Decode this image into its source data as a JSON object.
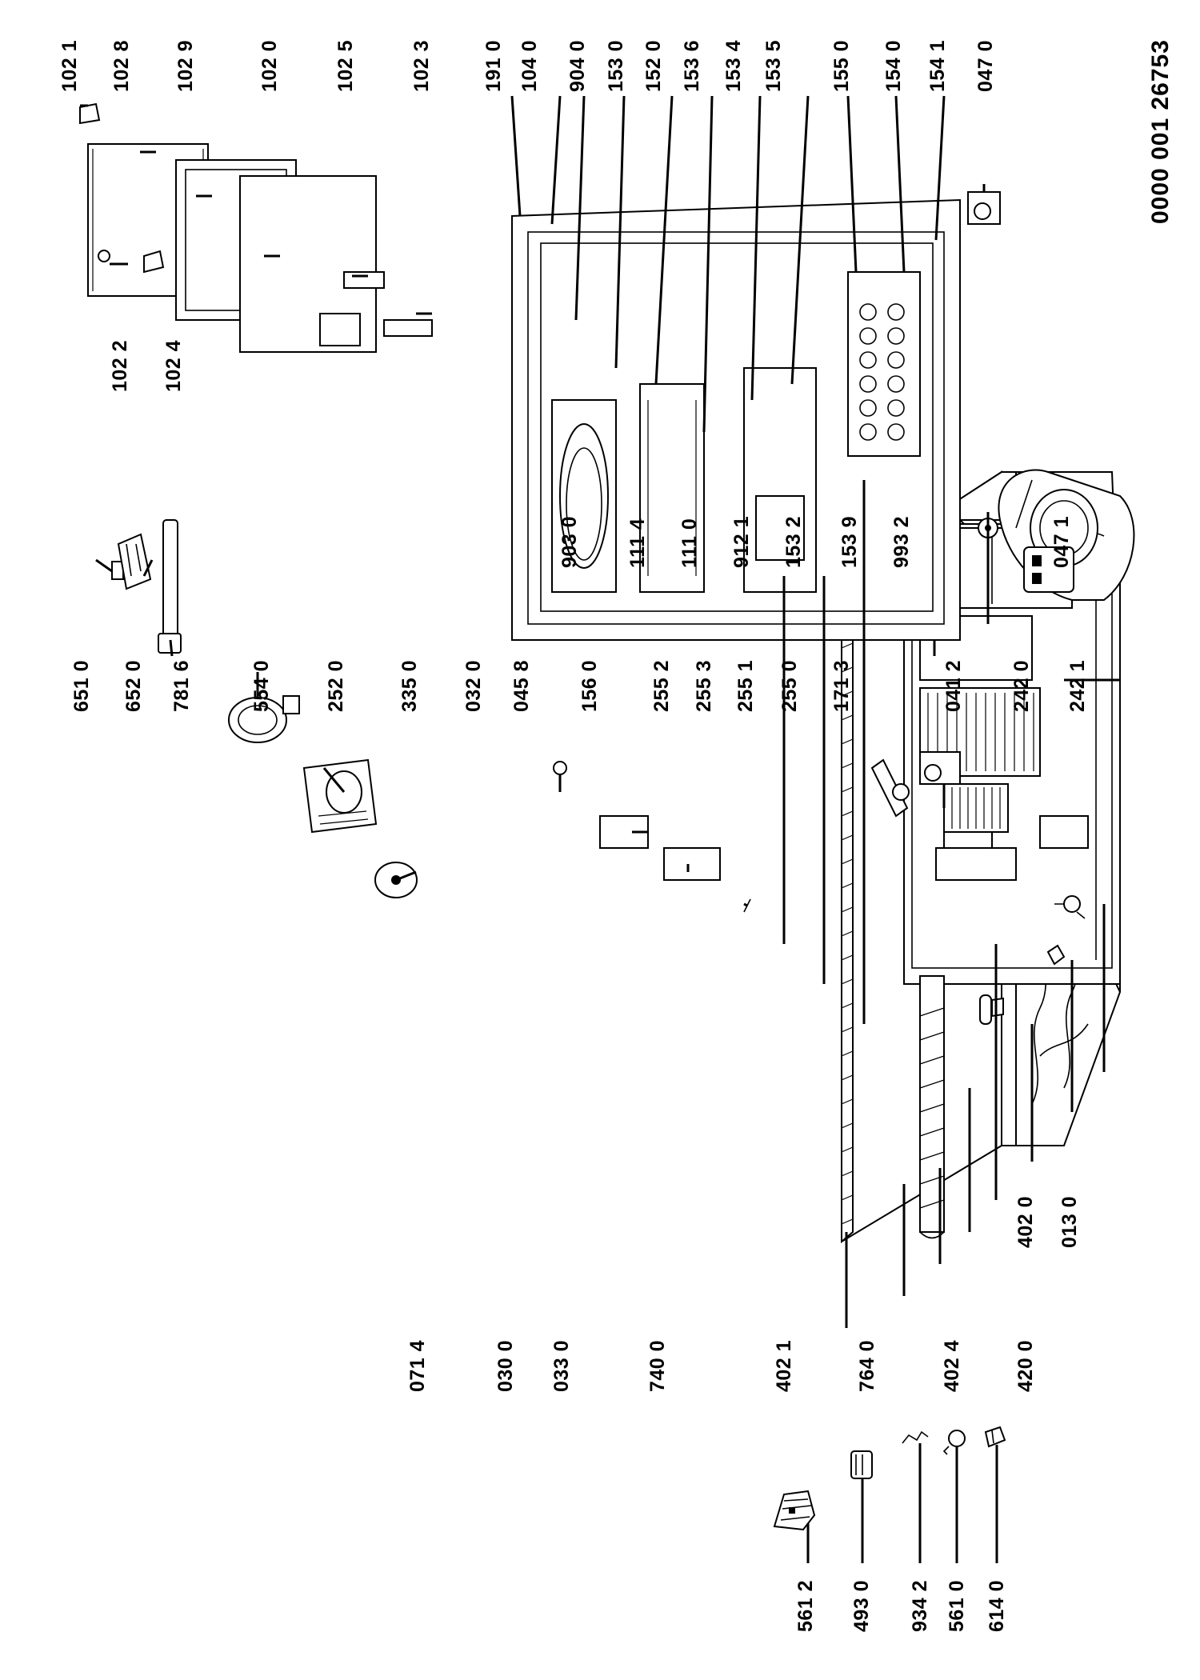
{
  "document_number": "0000 001 26753",
  "colors": {
    "ink": "#000000",
    "paper": "#ffffff"
  },
  "callouts": {
    "c5612": "561 2",
    "c4930": "493 0",
    "c9342": "934 2",
    "c5610": "561 0",
    "c6140": "614 0",
    "c0714": "071 4",
    "c0300": "030 0",
    "c0330": "033 0",
    "c7400": "740 0",
    "c4021": "402 1",
    "c7640": "764 0",
    "c4024": "402 4",
    "c4200": "420 0",
    "c4020": "402 0",
    "c0130": "013 0",
    "c6510": "651 0",
    "c6520": "652 0",
    "c7816": "781 6",
    "c5540": "554 0",
    "c2520": "252 0",
    "c3350": "335 0",
    "c0320": "032 0",
    "c0458": "045 8",
    "c1560": "156 0",
    "c2552": "255 2",
    "c2553": "255 3",
    "c2551": "255 1",
    "c2550": "255 0",
    "c1713": "171 3",
    "c0412": "041 2",
    "c2420": "242 0",
    "c2421": "242 1",
    "c1022": "102 2",
    "c1024": "102 4",
    "c9030": "903 0",
    "c1114": "111 4",
    "c1110": "111 0",
    "c9121": "912 1",
    "c1532": "153 2",
    "c1539": "153 9",
    "c9932": "993 2",
    "c0471": "047 1",
    "c1021": "102 1",
    "c1028": "102 8",
    "c1029": "102 9",
    "c1020": "102 0",
    "c1025": "102 5",
    "c1023": "102 3",
    "c1910": "191 0",
    "c1040": "104 0",
    "c9040": "904 0",
    "c1530": "153 0",
    "c1520": "152 0",
    "c1536": "153 6",
    "c1534": "153 4",
    "c1535": "153 5",
    "c1550": "155 0",
    "c1540": "154 0",
    "c1541": "154 1",
    "c0470": "047 0"
  }
}
